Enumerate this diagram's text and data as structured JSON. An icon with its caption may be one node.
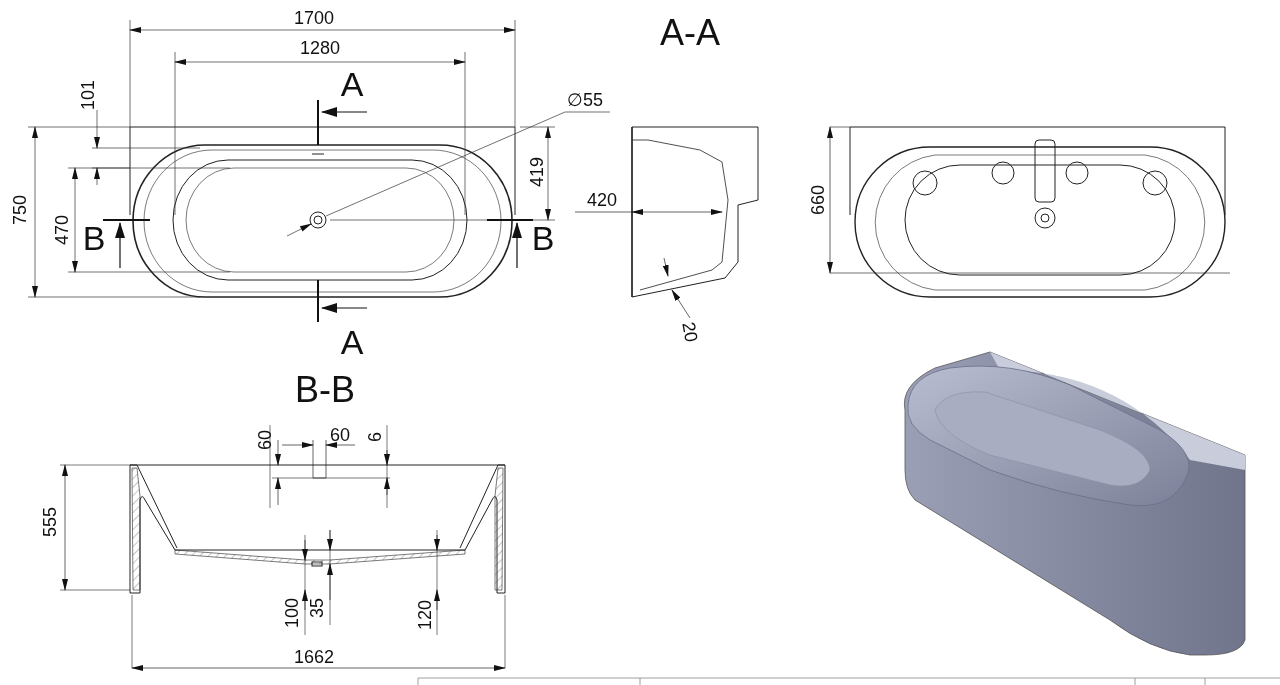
{
  "diagram": {
    "labels": [
      "1700",
      "A-A",
      "1280",
      "A",
      "∅55",
      "101",
      "419",
      "420",
      "660",
      "750",
      "470",
      "B",
      "B",
      "A",
      "20",
      "B-B",
      "60",
      "60",
      "6",
      "555",
      "100",
      "35",
      "120",
      "1662"
    ]
  }
}
